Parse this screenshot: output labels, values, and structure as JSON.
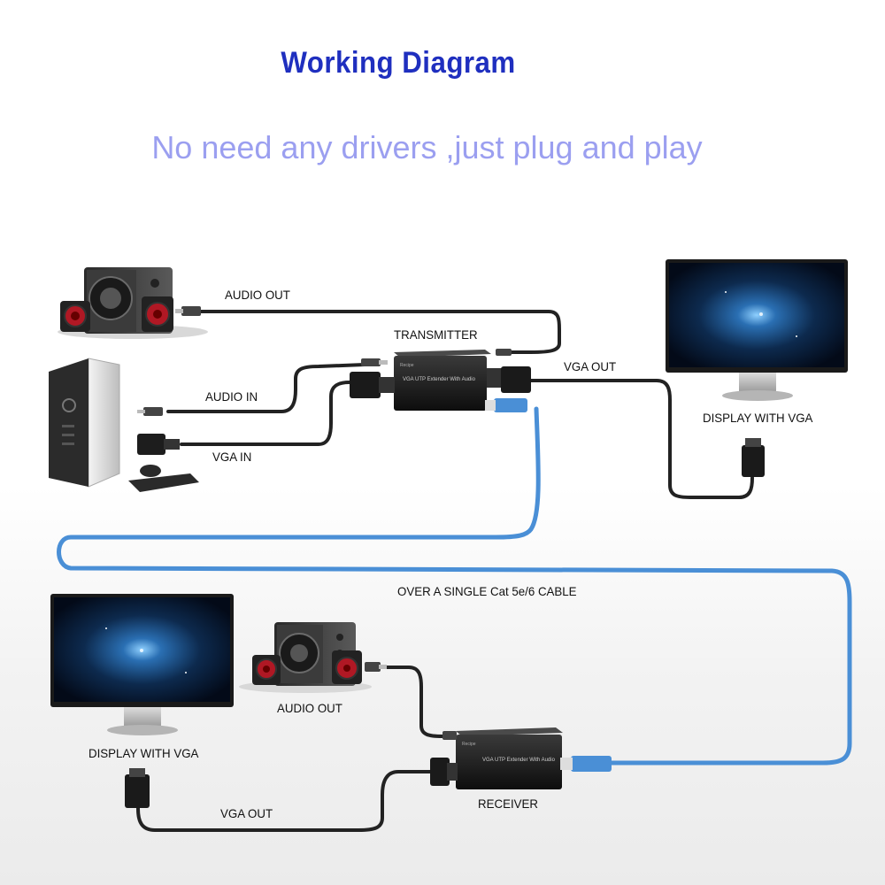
{
  "header": {
    "title": "Working  Diagram",
    "subtitle": "No need any drivers ,just plug and play"
  },
  "labels": {
    "audio_out_top": "AUDIO OUT",
    "transmitter": "TRANSMITTER",
    "vga_out_top": "VGA OUT",
    "audio_in": "AUDIO IN",
    "vga_in": "VGA IN",
    "display_with_vga_top": "DISPLAY WITH VGA",
    "cable": "OVER A SINGLE Cat 5e/6 CABLE",
    "audio_out_bottom": "AUDIO OUT",
    "display_with_vga_bottom": "DISPLAY WITH VGA",
    "receiver": "RECEIVER",
    "vga_out_bottom": "VGA OUT"
  },
  "devices": {
    "transmitter_face": "VGA UTP Extender With Audio",
    "receiver_face": "VGA UTP Extender With Audio"
  },
  "colors": {
    "title": "#1f2fbf",
    "subtitle": "#9b9ff0",
    "ethernet_cable": "#4a8fd6",
    "signal_cable": "#222222"
  }
}
